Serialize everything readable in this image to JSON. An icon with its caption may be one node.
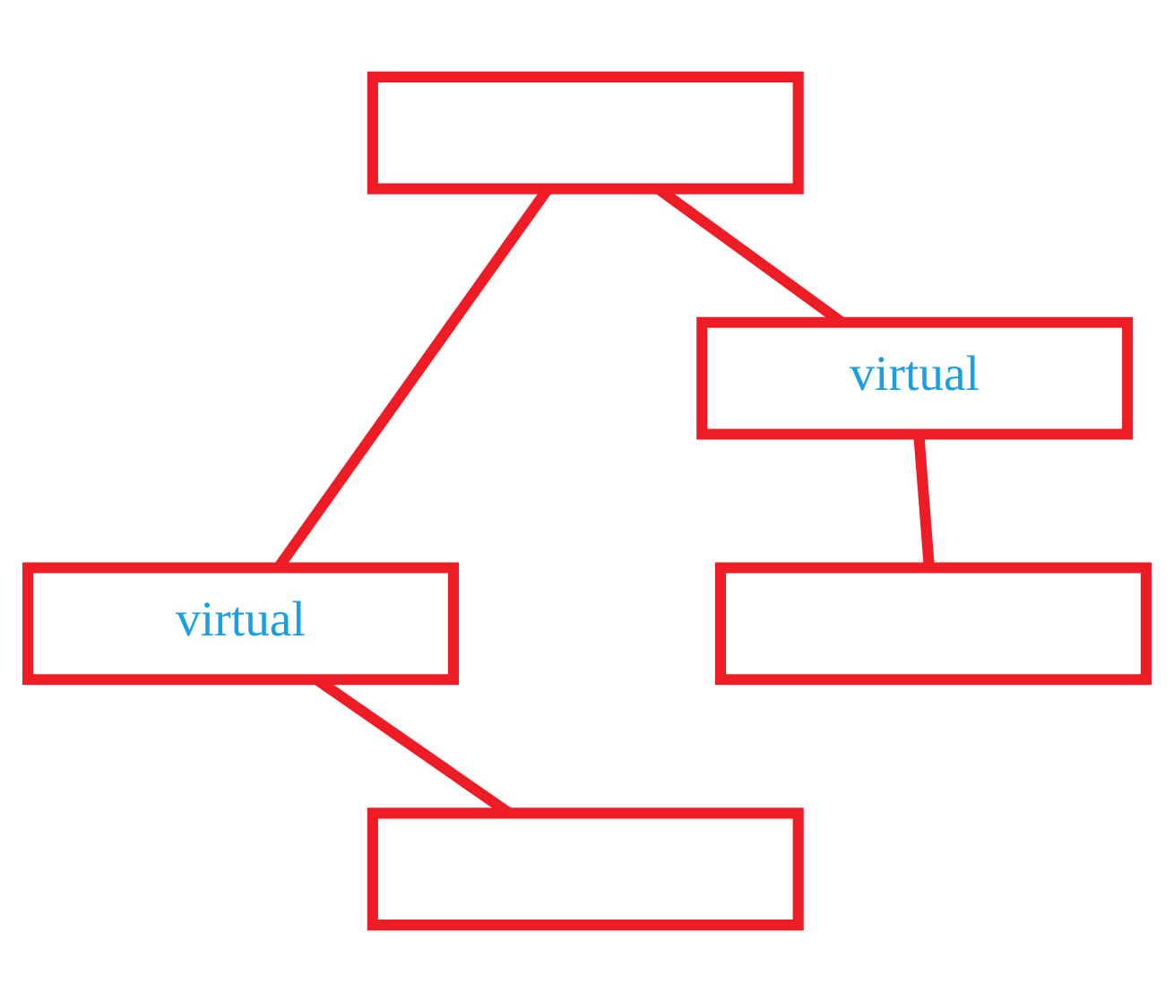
{
  "diagram": {
    "nodes": [
      {
        "text": [],
        "shape": "box"
      },
      {
        "text": [
          "virtual"
        ]
      },
      {
        "text": [
          "virtual"
        ]
      },
      {
        "text": [],
        "shape": "box"
      },
      {
        "text": [],
        "shape": "box"
      }
    ],
    "edges": [
      {
        "from": 0,
        "to": 1,
        "arrow": "none"
      },
      {
        "from": 0,
        "to": 2,
        "arrow": "none"
      },
      {
        "from": 1,
        "to": 4,
        "arrow": "none"
      },
      {
        "from": 2,
        "to": 3,
        "arrow": "none"
      }
    ]
  }
}
